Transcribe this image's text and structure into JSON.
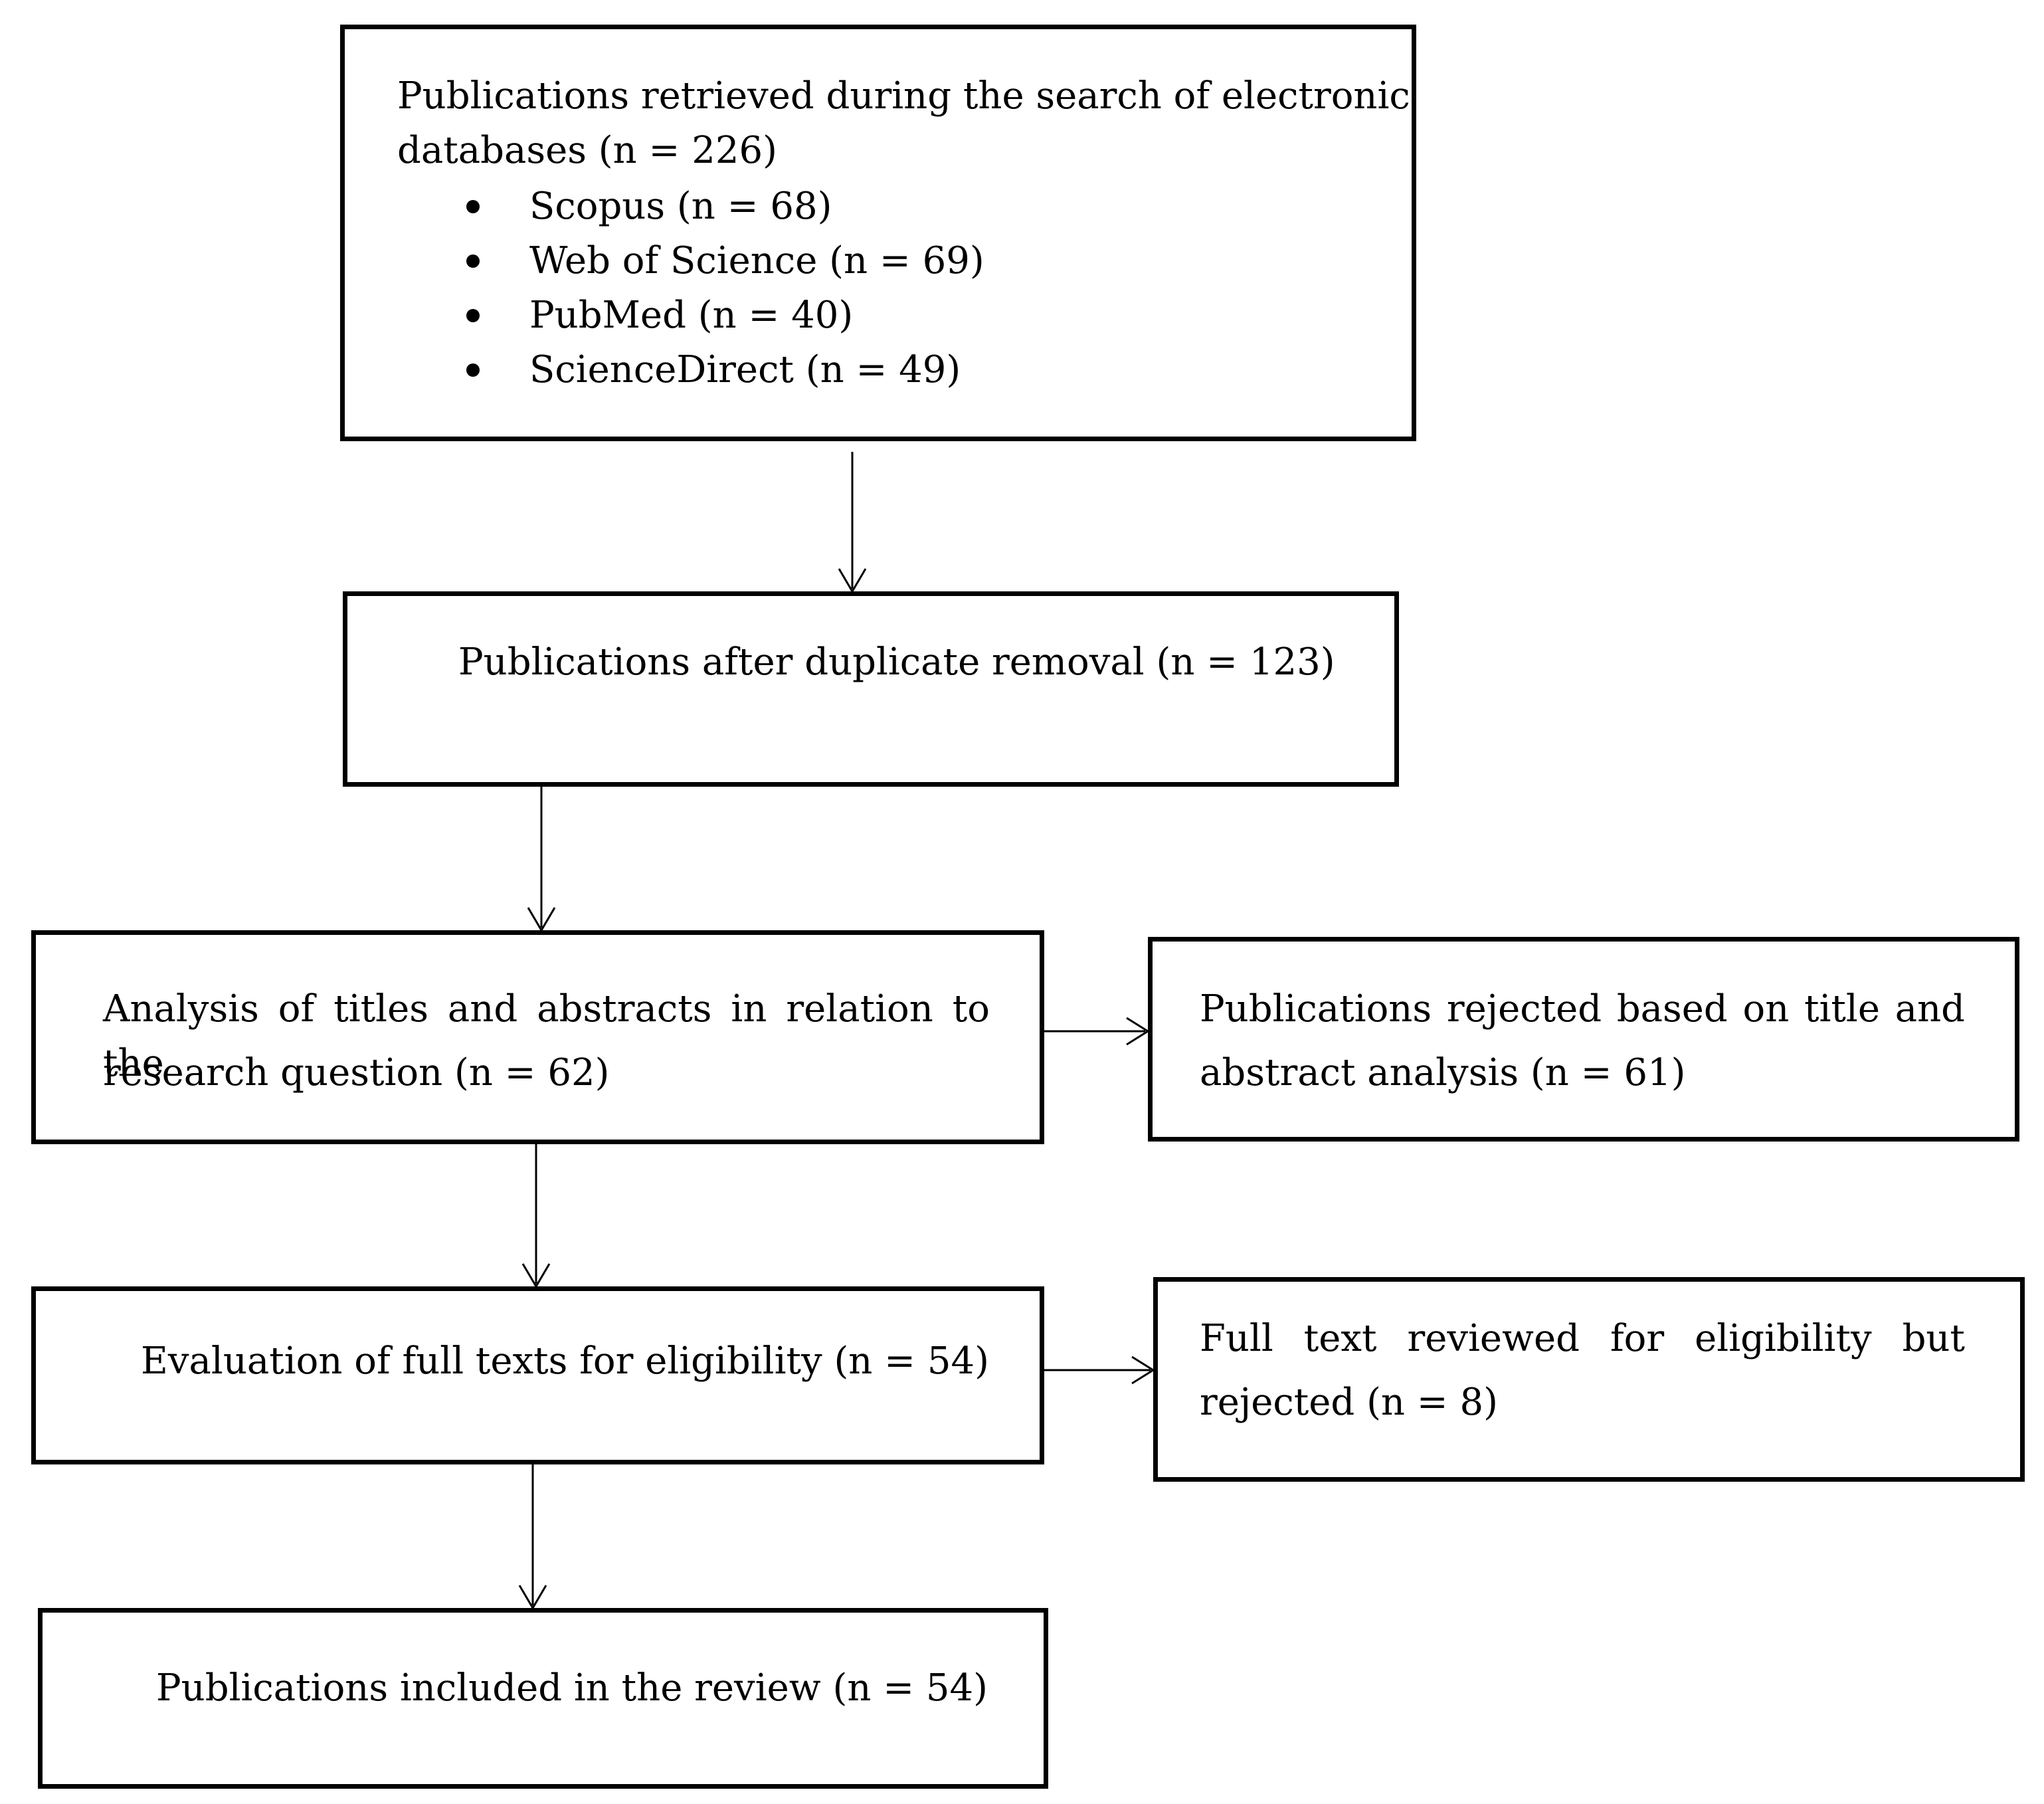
{
  "flowchart": {
    "search": {
      "line1": "Publications retrieved during the search of electronic",
      "line2": "databases (n = 226)",
      "sources": [
        {
          "label": "Scopus (n = 68)"
        },
        {
          "label": "Web of Science (n = 69)"
        },
        {
          "label": "PubMed (n = 40)"
        },
        {
          "label": "ScienceDirect (n = 49)"
        }
      ]
    },
    "dedup": {
      "text": "Publications after duplicate removal (n = 123)"
    },
    "screening": {
      "line1": "Analysis of titles and abstracts in relation to the",
      "line2": "research question (n = 62)"
    },
    "screening_excluded": {
      "line1": "Publications rejected based on title and",
      "line2": "abstract analysis (n = 61)"
    },
    "eligibility": {
      "text": "Evaluation of full texts for eligibility (n = 54)"
    },
    "eligibility_excluded": {
      "line1": "Full text reviewed for eligibility but",
      "line2": "rejected (n = 8)"
    },
    "included": {
      "text": "Publications included in the review (n = 54)"
    }
  }
}
